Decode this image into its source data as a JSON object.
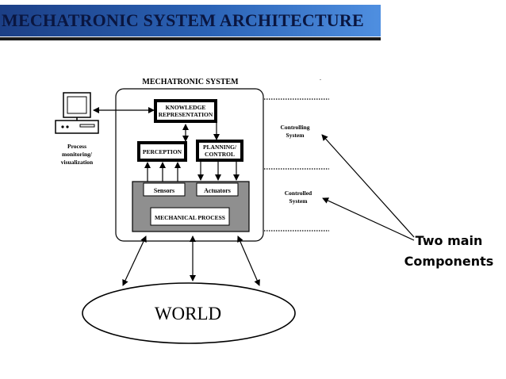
{
  "slide": {
    "title": "MECHATRONIC SYSTEM ARCHITECTURE"
  },
  "diagram": {
    "system_label": "MECHATRONIC SYSTEM",
    "knowledge_line1": "KNOWLEDGE",
    "knowledge_line2": "REPRESENTATION",
    "perception": "PERCEPTION",
    "planning_line1": "PLANNING/",
    "planning_line2": "CONTROL",
    "sensors": "Sensors",
    "actuators": "Actuators",
    "mechanical_process": "MECHANICAL PROCESS",
    "world": "WORLD",
    "computer_label_line1": "Process",
    "computer_label_line2": "monitoring/",
    "computer_label_line3": "visualization",
    "controlling_line1": "Controlling",
    "controlling_line2": "System",
    "controlled_line1": "Controlled",
    "controlled_line2": "System",
    "callout_line1": "Two main",
    "callout_line2": "Components",
    "stray_mark": "."
  }
}
